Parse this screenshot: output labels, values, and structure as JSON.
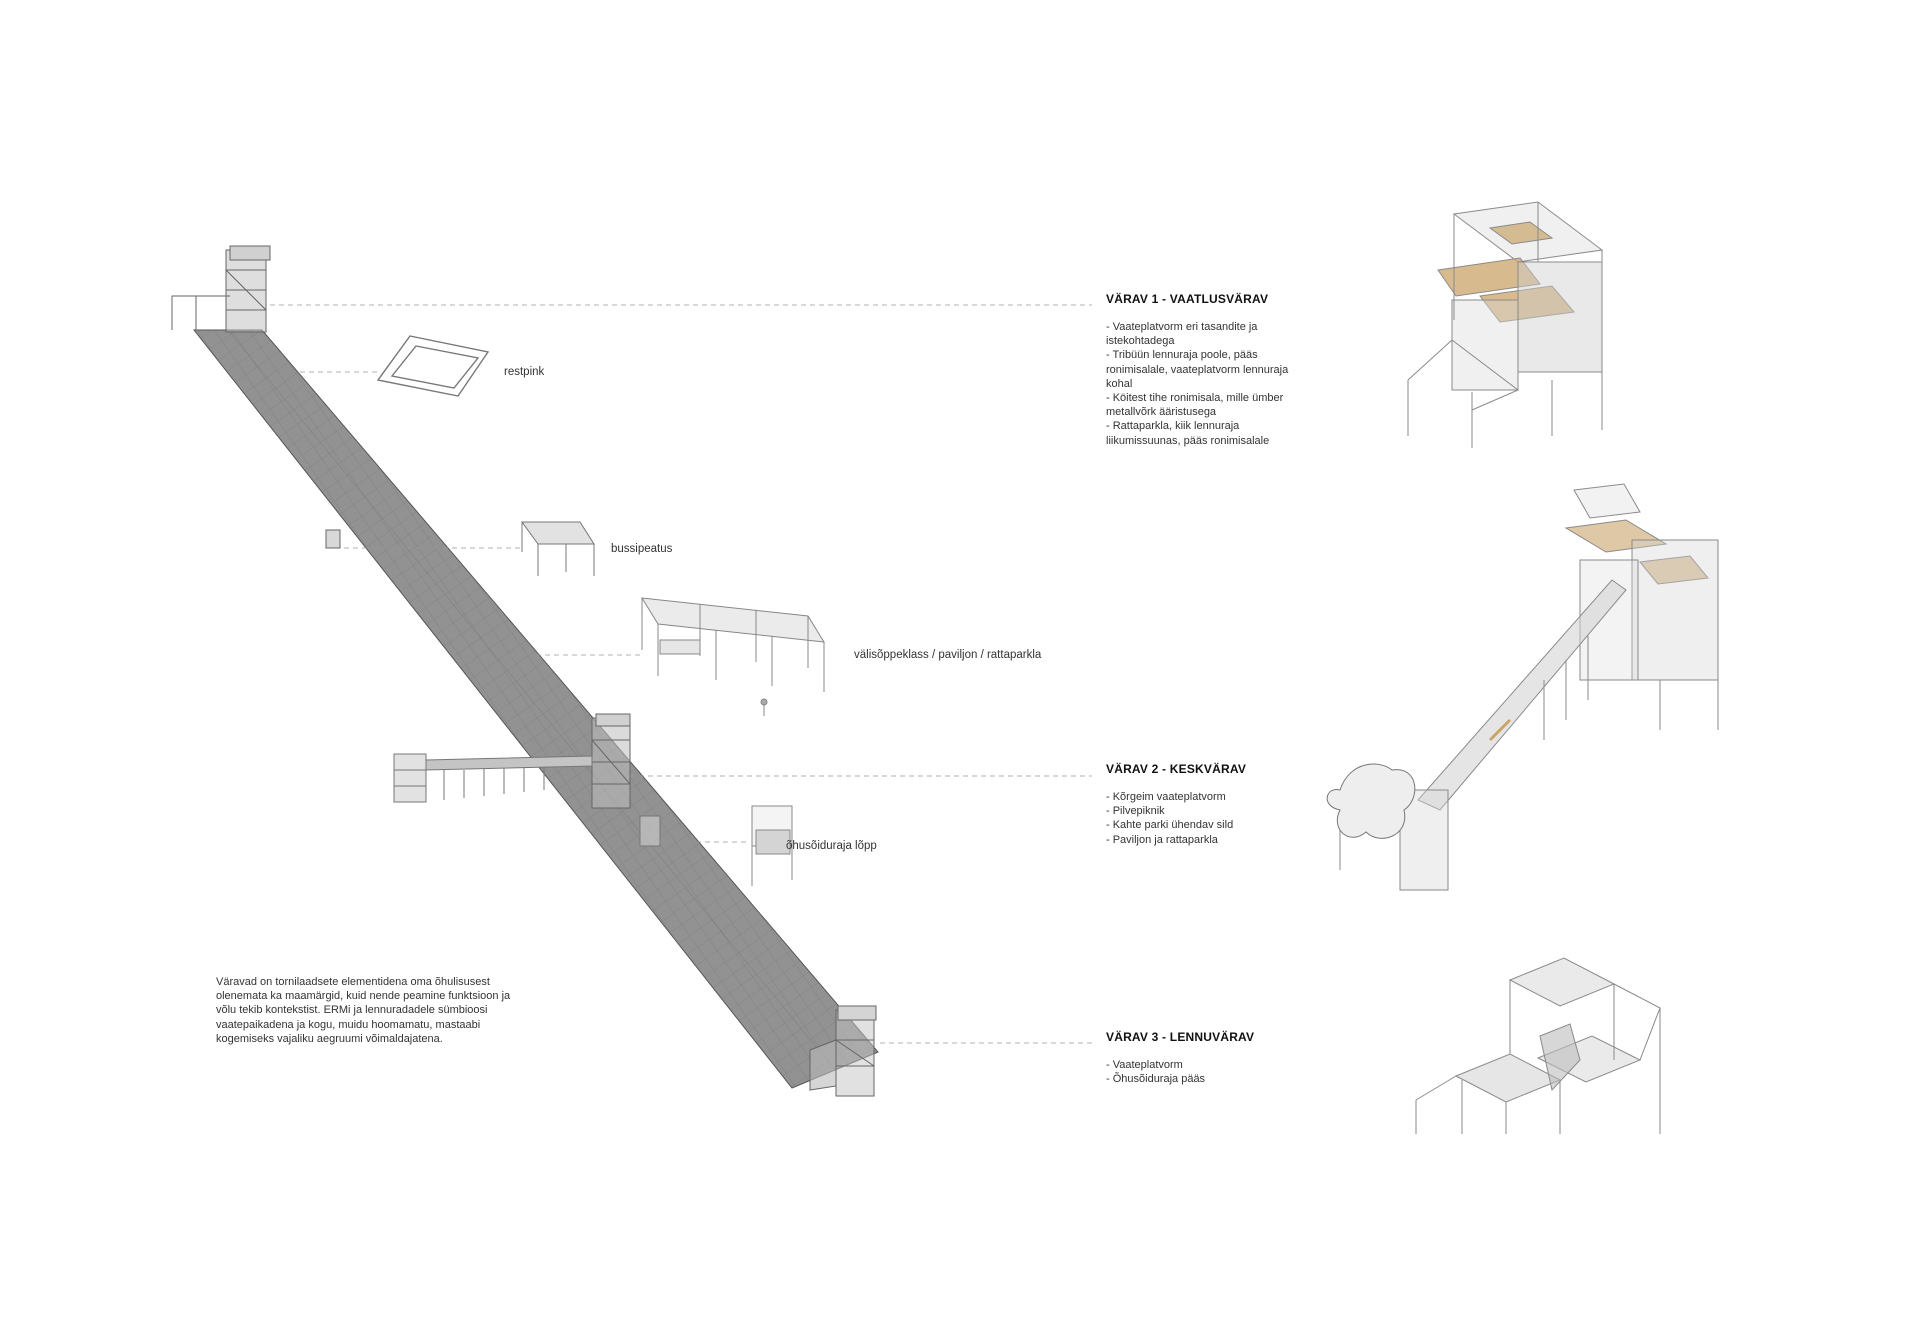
{
  "labels": {
    "restpink": "restpink",
    "bussipeatus": "bussipeatus",
    "pavilion": "välisõppeklass / paviljon / rattaparkla",
    "end": "õhusõiduraja lõpp"
  },
  "gates": [
    {
      "title": "VÄRAV 1 - VAATLUSVÄRAV",
      "items": [
        "- Vaateplatvorm eri tasandite ja istekohtadega",
        "- Tribüün lennuraja poole, pääs ronimisalale, vaateplatvorm lennuraja kohal",
        "- Köitest tihe ronimisala, mille ümber metallvõrk ääristusega",
        "- Rattaparkla, kiik lennuraja liikumissuunas, pääs ronimisalale"
      ]
    },
    {
      "title": "VÄRAV 2 - KESKVÄRAV",
      "items": [
        "- Kõrgeim vaateplatvorm",
        "- Pilvepiknik",
        "- Kahte parki ühendav sild",
        "- Paviljon ja rattaparkla"
      ]
    },
    {
      "title": "VÄRAV 3 - LENNUVÄRAV",
      "items": [
        "- Vaateplatvorm",
        "- Õhusõiduraja pääs"
      ]
    }
  ],
  "intro": "Väravad on tornilaadsete elementidena oma õhulisusest olenemata ka maamärgid, kuid nende peamine funktsioon ja võlu tekib kontekstist. ERMi ja lennuradadele sümbioosi vaatepaikadena ja kogu, muidu hoomamatu, mastaabi kogemiseks vajaliku aegruumi võimaldajatena.",
  "colors": {
    "runway": "#8f8f8f",
    "line": "#9a9a9a",
    "wood": "#c9a46a",
    "glass": "#dcdcdc"
  }
}
